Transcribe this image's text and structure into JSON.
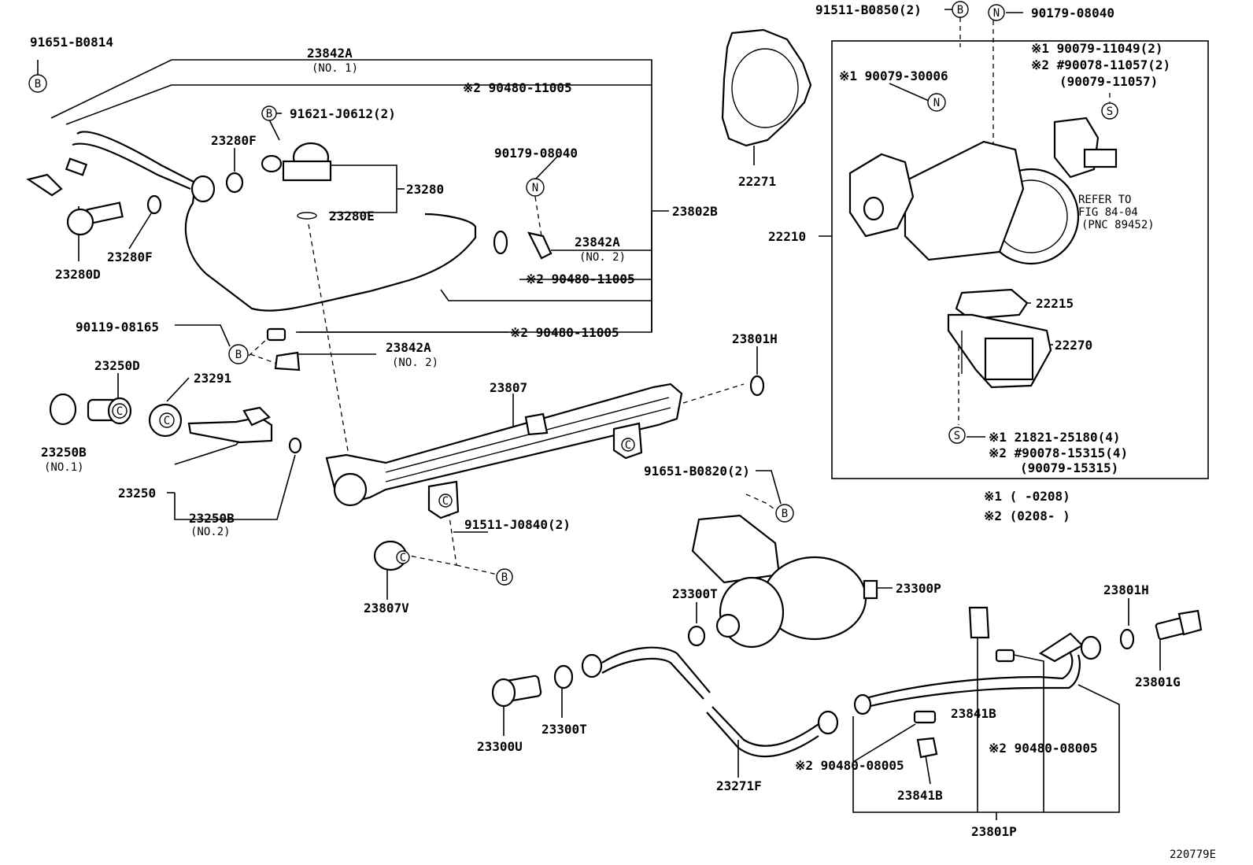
{
  "labels": {
    "l_91651_b0814": "91651-B0814",
    "l_23842a_top": "23842A",
    "l_no1": "(NO. 1)",
    "l_2_90480_11005_a": "※2 90480-11005",
    "l_91621_j0612": "91621-J0612(2)",
    "l_23280f_a": "23280F",
    "l_23280": "23280",
    "l_23280e": "23280E",
    "l_23280f_b": "23280F",
    "l_23280d": "23280D",
    "l_90179_08040_a": "90179-08040",
    "l_23842a_no2a": "23842A",
    "l_no2a": "(NO. 2)",
    "l_2_90480_11005_b": "※2 90480-11005",
    "l_23802b": "23802B",
    "l_90119_08165": "90119-08165",
    "l_2_90480_11005_c": "※2 90480-11005",
    "l_23842a_no2b": "23842A",
    "l_no2b": "(NO. 2)",
    "l_23250d": "23250D",
    "l_23291": "23291",
    "l_23250b_1": "23250B",
    "l_no1b": "(NO.1)",
    "l_23250": "23250",
    "l_23250b_2": "23250B",
    "l_no2c": "(NO.2)",
    "l_23807": "23807",
    "l_23801h_a": "23801H",
    "l_91511_j0840": "91511-J0840(2)",
    "l_23807v": "23807V",
    "l_91511_b0850": "91511-B0850(2)",
    "l_90179_08040_b": "90179-08040",
    "l_22271": "22271",
    "l_1_90079_11049": "※1  90079-11049(2)",
    "l_2_90078_11057": "※2 #90078-11057(2)",
    "l_90079_11057": "(90079-11057)",
    "l_1_90079_30006": "※1 90079-30006",
    "l_refer_to": "REFER TO",
    "l_fig": "FIG 84-04",
    "l_pnc": "(PNC 89452)",
    "l_22210": "22210",
    "l_22215": "22215",
    "l_22270": "22270",
    "l_1_21821": "※1  21821-25180(4)",
    "l_2_90078_15315": "※2 #90078-15315(4)",
    "l_90079_15315": "(90079-15315)",
    "l_note1": "※1  (      -0208)",
    "l_note2": "※2  (0208-      )",
    "l_91651_b0820": "91651-B0820(2)",
    "l_23300t_a": "23300T",
    "l_23300p": "23300P",
    "l_23801h_b": "23801H",
    "l_23801g": "23801G",
    "l_23841b_a": "23841B",
    "l_2_90480_08005_a": "※2 90480-08005",
    "l_2_90480_08005_b": "※2 90480-08005",
    "l_23841b_b": "23841B",
    "l_23300u": "23300U",
    "l_23300t_b": "23300T",
    "l_23271f": "23271F",
    "l_23801p": "23801P",
    "l_catalog": "220779E"
  },
  "markers": {
    "b": "B",
    "c": "C",
    "n": "N",
    "s": "S"
  }
}
